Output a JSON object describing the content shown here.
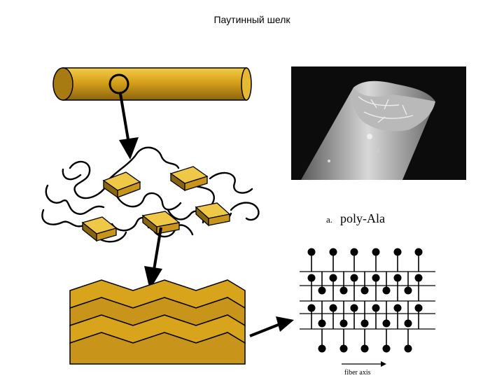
{
  "slide": {
    "title": "Паутинный шелк"
  },
  "micrograph": {
    "panel_label": "a.",
    "polymer_label": "poly-Ala"
  },
  "lattice": {
    "axis_label": "fiber axis"
  },
  "colors": {
    "gold": "#d8a41c",
    "gold_dark": "#8a6510",
    "gold_light": "#f0c848",
    "ink": "#000000",
    "micrograph_bg": "#0c0c0c"
  }
}
